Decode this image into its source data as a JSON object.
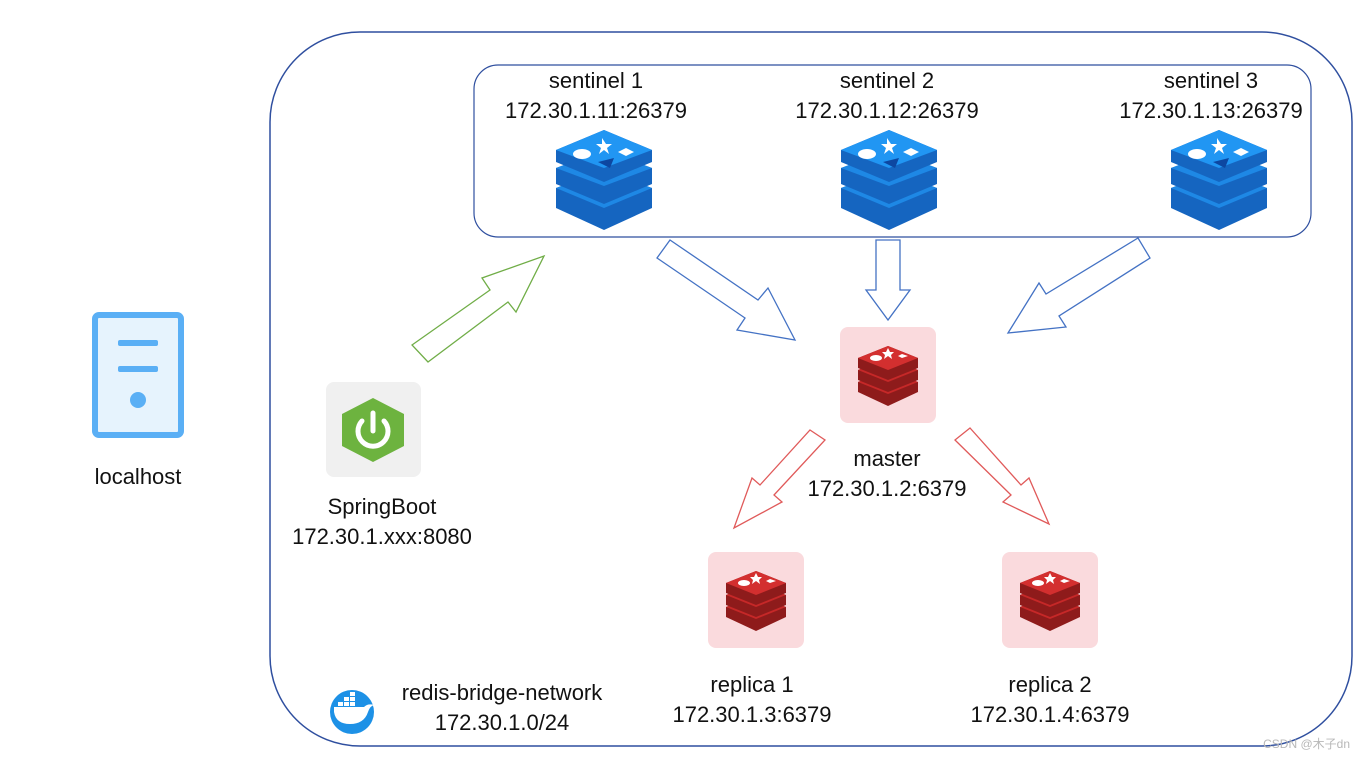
{
  "localhost": {
    "label": "localhost"
  },
  "sentinels": [
    {
      "name": "sentinel 1",
      "address": "172.30.1.11:26379"
    },
    {
      "name": "sentinel 2",
      "address": "172.30.1.12:26379"
    },
    {
      "name": "sentinel 3",
      "address": "172.30.1.13:26379"
    }
  ],
  "springboot": {
    "name": "SpringBoot",
    "address": "172.30.1.xxx:8080"
  },
  "master": {
    "name": "master",
    "address": "172.30.1.2:6379"
  },
  "replicas": [
    {
      "name": "replica 1",
      "address": "172.30.1.3:6379"
    },
    {
      "name": "replica 2",
      "address": "172.30.1.4:6379"
    }
  ],
  "network": {
    "name": "redis-bridge-network",
    "subnet": "172.30.1.0/24"
  },
  "watermark": "CSDN @木子dn",
  "colors": {
    "network_border": "#2f4f9f",
    "sentinel_blue": "#1e88e5",
    "redis_red": "#c62828",
    "redis_tile_bg": "#fadadd",
    "spring_green": "#6db33f",
    "blue_arrow": "#4472c4",
    "red_arrow": "#e05a5a",
    "green_arrow": "#70ad47",
    "server_blue": "#5aaff5"
  }
}
